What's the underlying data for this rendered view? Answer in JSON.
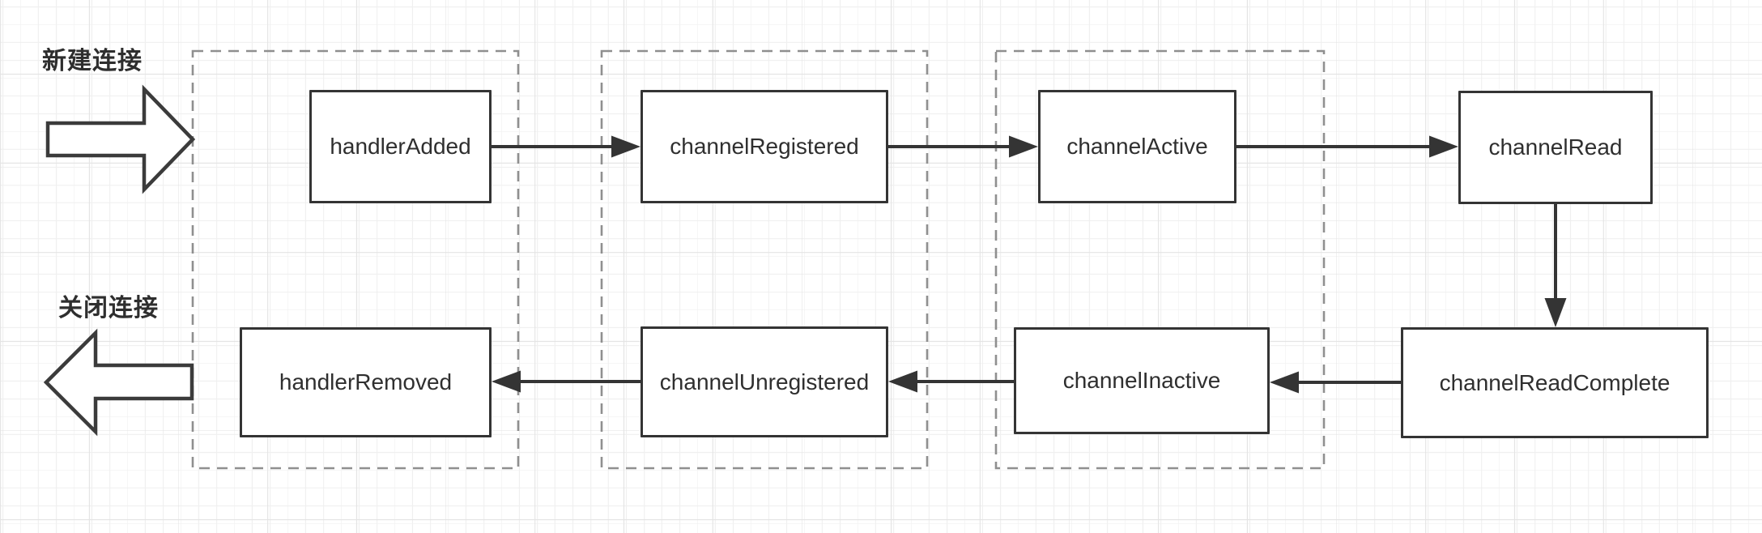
{
  "diagram": {
    "annotations": {
      "new_connection": "新建连接",
      "close_connection": "关闭连接"
    },
    "nodes": [
      {
        "id": "handlerAdded",
        "label": "handlerAdded",
        "row": "top"
      },
      {
        "id": "channelRegistered",
        "label": "channelRegistered",
        "row": "top"
      },
      {
        "id": "channelActive",
        "label": "channelActive",
        "row": "top"
      },
      {
        "id": "channelRead",
        "label": "channelRead",
        "row": "top"
      },
      {
        "id": "handlerRemoved",
        "label": "handlerRemoved",
        "row": "bottom"
      },
      {
        "id": "channelUnregistered",
        "label": "channelUnregistered",
        "row": "bottom"
      },
      {
        "id": "channelInactive",
        "label": "channelInactive",
        "row": "bottom"
      },
      {
        "id": "channelReadComplete",
        "label": "channelReadComplete",
        "row": "bottom"
      }
    ],
    "edges": [
      {
        "from": "handlerAdded",
        "to": "channelRegistered"
      },
      {
        "from": "channelRegistered",
        "to": "channelActive"
      },
      {
        "from": "channelActive",
        "to": "channelRead"
      },
      {
        "from": "channelRead",
        "to": "channelReadComplete"
      },
      {
        "from": "channelReadComplete",
        "to": "channelInactive"
      },
      {
        "from": "channelInactive",
        "to": "channelUnregistered"
      },
      {
        "from": "channelUnregistered",
        "to": "handlerRemoved"
      }
    ],
    "groups": [
      {
        "members": [
          "handlerAdded",
          "handlerRemoved"
        ]
      },
      {
        "members": [
          "channelRegistered",
          "channelUnregistered"
        ]
      },
      {
        "members": [
          "channelActive",
          "channelInactive"
        ]
      }
    ],
    "colors": {
      "node_border": "#343434",
      "edge_stroke": "#343434",
      "dashed_group_border": "#8f8f8f",
      "text": "#2f2f2f",
      "grid_minor": "#f0f0f0",
      "grid_major": "#e4e4e4",
      "canvas_background": "#ffffff"
    }
  }
}
